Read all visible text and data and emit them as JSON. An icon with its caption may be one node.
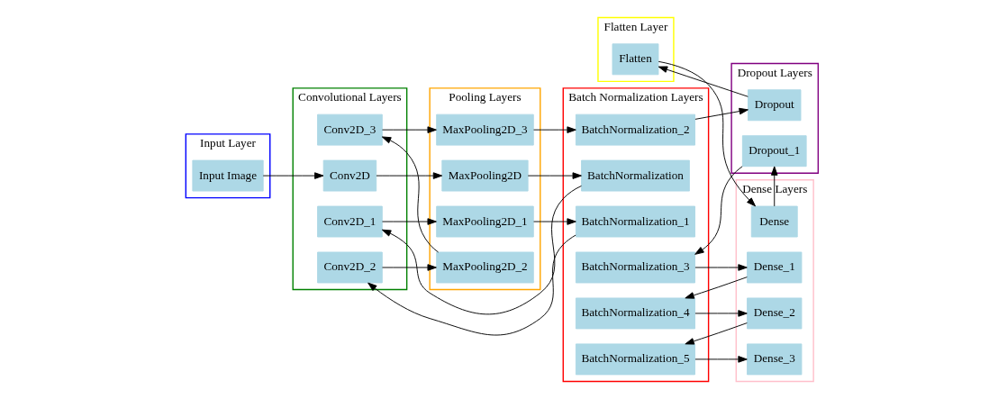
{
  "diagram": {
    "nodes": [
      {
        "text": [
          "Input Layer"
        ]
      },
      {
        "text": [
          "Input Image"
        ],
        "in": 0
      },
      {
        "text": [
          "Convolutional Layers"
        ]
      },
      {
        "text": [
          "Conv2D_3"
        ],
        "in": 2
      },
      {
        "text": [
          "Conv2D"
        ],
        "in": 2
      },
      {
        "text": [
          "Conv2D_1"
        ],
        "in": 2
      },
      {
        "text": [
          "Conv2D_2"
        ],
        "in": 2
      },
      {
        "text": [
          "Pooling Layers"
        ]
      },
      {
        "text": [
          "MaxPooling2D_3"
        ],
        "in": 7
      },
      {
        "text": [
          "MaxPooling2D"
        ],
        "in": 7
      },
      {
        "text": [
          "MaxPooling2D_2"
        ],
        "in": 7
      },
      {
        "text": [
          "MaxPooling2D_1"
        ],
        "in": 7
      },
      {
        "text": [
          "Flatten Layer"
        ]
      },
      {
        "text": [
          "Flatten"
        ],
        "in": 12
      },
      {
        "text": [
          "Batch Normalization Layers"
        ]
      },
      {
        "text": [
          "BatchNormalization_2"
        ],
        "in": 14
      },
      {
        "text": [
          "BatchNormalization"
        ],
        "in": 14
      },
      {
        "text": [
          "BatchNormalization_1"
        ],
        "in": 14
      },
      {
        "text": [
          "BatchNormalization_3"
        ],
        "in": 14
      },
      {
        "text": [
          "BatchNormalization_4"
        ],
        "in": 14
      },
      {
        "text": [
          "BatchNormalization_5"
        ],
        "in": 14
      },
      {
        "text": [
          "Dropout Layers"
        ]
      },
      {
        "text": [
          "Dropout"
        ],
        "in": 21
      },
      {
        "text": [
          "Dropout_1"
        ],
        "in": 21
      },
      {
        "text": [
          "Dense Layers"
        ]
      },
      {
        "text": [
          "Dense"
        ],
        "in": 24
      },
      {
        "text": [
          "Dense_1"
        ],
        "in": 24
      },
      {
        "text": [
          "Dense_2"
        ],
        "in": 24
      },
      {
        "text": [
          "Dense_3"
        ],
        "in": 24
      }
    ],
    "edges": [
      {
        "from": 1,
        "to": 4,
        "arrow": "to"
      },
      {
        "from": 4,
        "to": 9,
        "arrow": "to"
      },
      {
        "from": 9,
        "to": 16,
        "arrow": "to"
      },
      {
        "from": 16,
        "to": 5,
        "arrow": "to"
      },
      {
        "from": 5,
        "to": 11,
        "arrow": "to"
      },
      {
        "from": 11,
        "to": 17,
        "arrow": "to"
      },
      {
        "from": 17,
        "to": 6,
        "arrow": "to"
      },
      {
        "from": 6,
        "to": 10,
        "arrow": "to"
      },
      {
        "from": 10,
        "to": 3,
        "arrow": "to"
      },
      {
        "from": 3,
        "to": 8,
        "arrow": "to"
      },
      {
        "from": 8,
        "to": 15,
        "arrow": "to"
      },
      {
        "from": 15,
        "to": 22,
        "arrow": "to"
      },
      {
        "from": 22,
        "to": 13,
        "arrow": "to"
      },
      {
        "from": 13,
        "to": 25,
        "arrow": "to"
      },
      {
        "from": 25,
        "to": 23,
        "arrow": "to"
      },
      {
        "from": 23,
        "to": 18,
        "arrow": "to"
      },
      {
        "from": 18,
        "to": 26,
        "arrow": "to"
      },
      {
        "from": 26,
        "to": 19,
        "arrow": "to"
      },
      {
        "from": 19,
        "to": 27,
        "arrow": "to"
      },
      {
        "from": 27,
        "to": 20,
        "arrow": "to"
      },
      {
        "from": 20,
        "to": 28,
        "arrow": "to"
      }
    ]
  }
}
